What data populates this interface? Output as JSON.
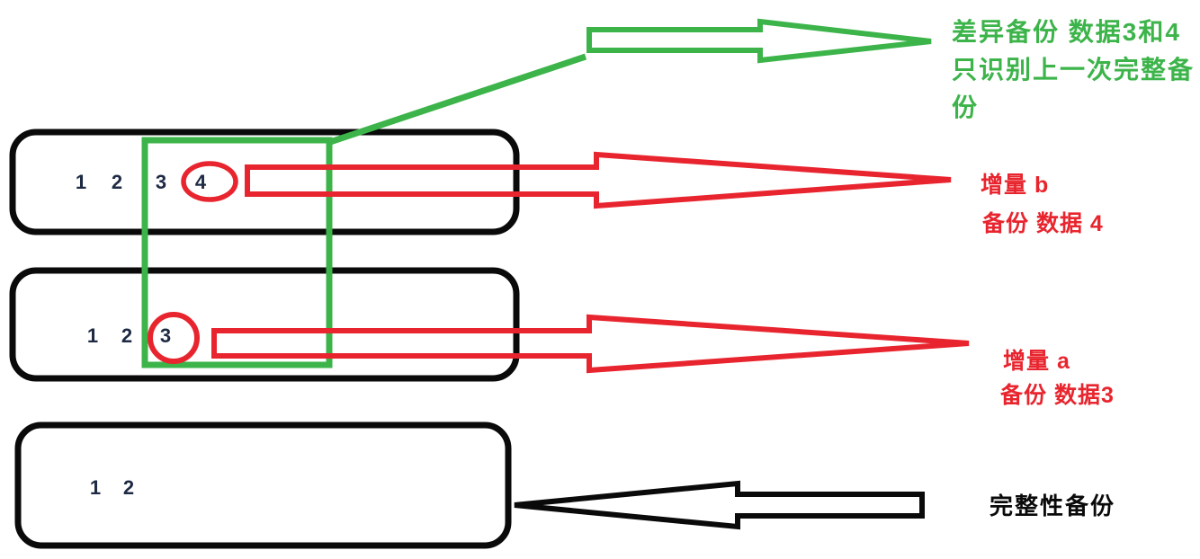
{
  "title": "backup-types-diagram",
  "colors": {
    "green": "#3cb44a",
    "red": "#e8252e",
    "black": "#0a0a0a",
    "digit": "#1e2a44"
  },
  "boxes": {
    "top": {
      "numbers": [
        "1",
        "2",
        "3",
        "4"
      ]
    },
    "middle": {
      "numbers": [
        "1",
        "2",
        "3"
      ]
    },
    "bottom": {
      "numbers": [
        "1",
        "2"
      ]
    }
  },
  "labels": {
    "differential": {
      "lines": [
        "差异备份 数据3和4",
        "只识别上一次完整备",
        "份"
      ]
    },
    "incremental_b": {
      "lines": [
        "增量 b",
        "备份 数据 4"
      ]
    },
    "incremental_a": {
      "lines": [
        "增量 a",
        "备份 数据3"
      ]
    },
    "full": {
      "lines": [
        "完整性备份"
      ]
    }
  }
}
